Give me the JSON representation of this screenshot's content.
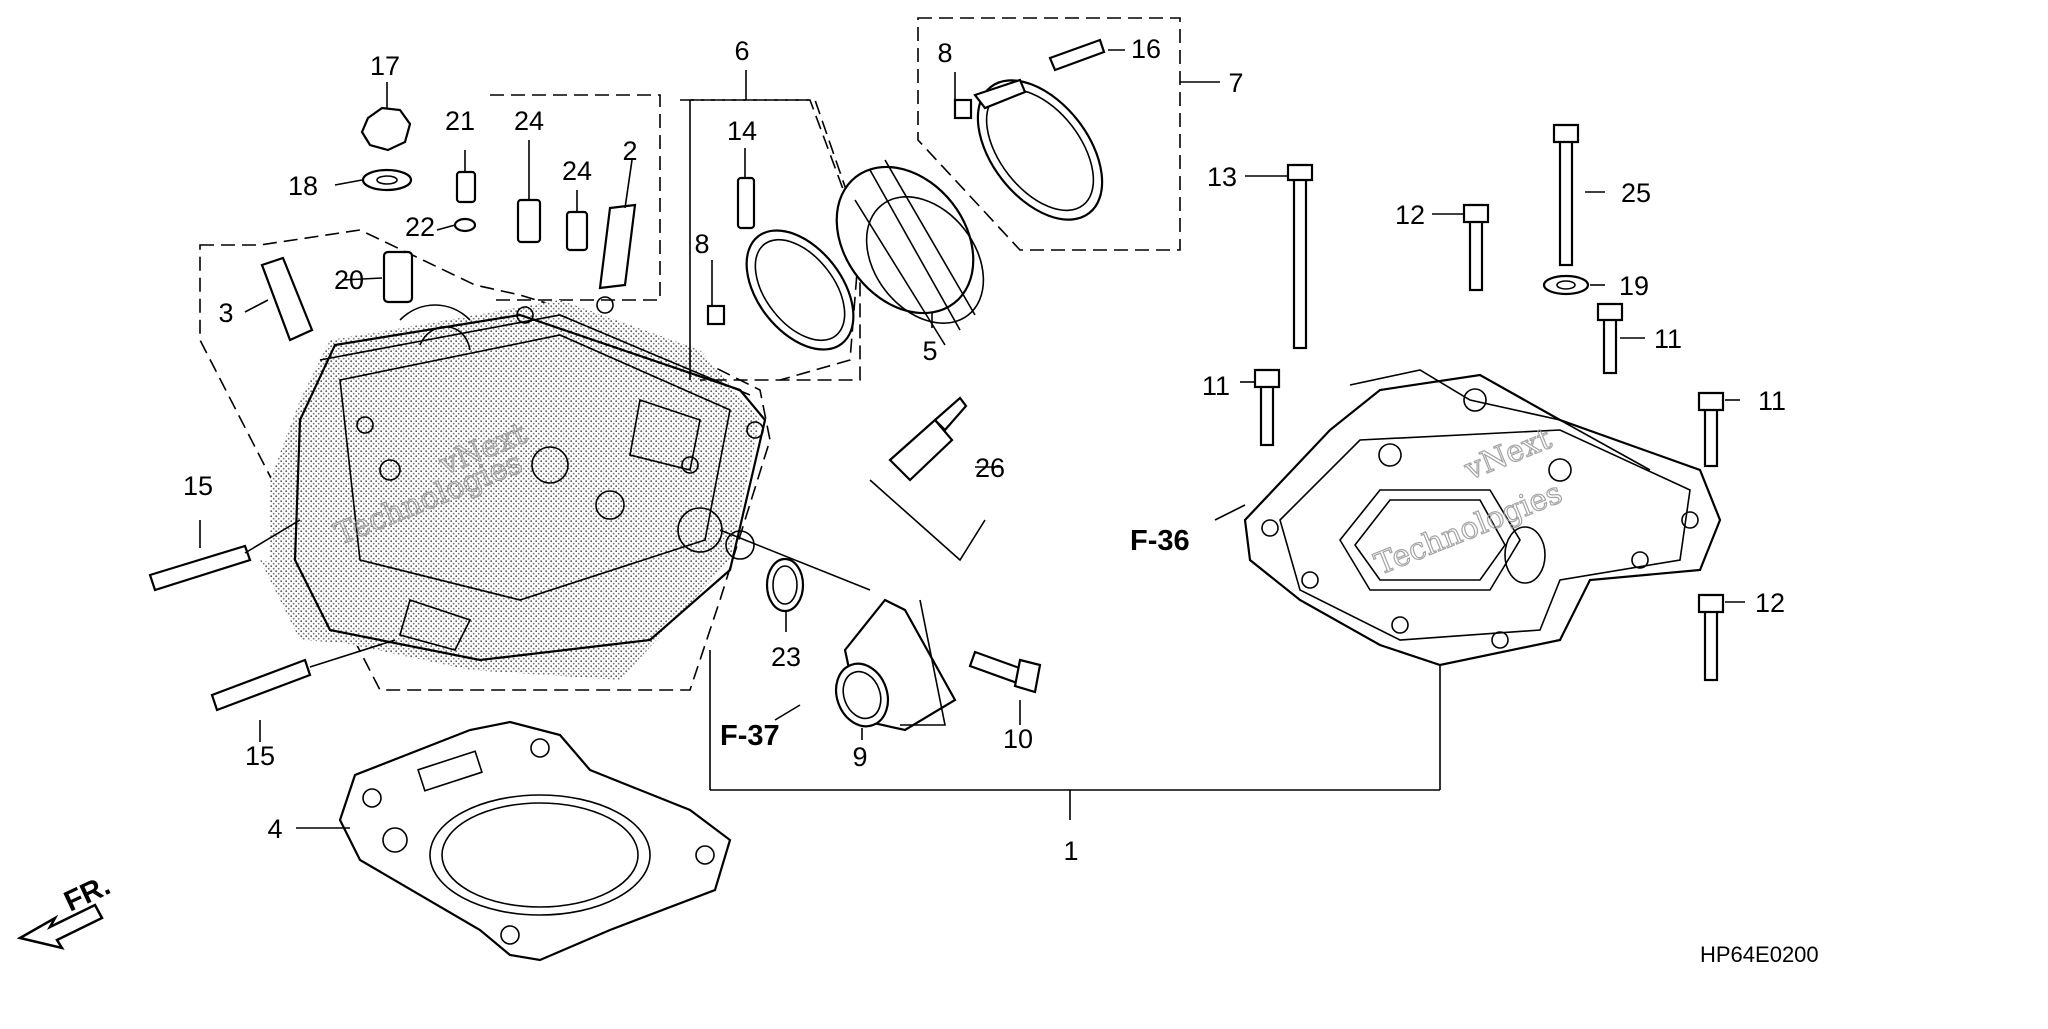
{
  "diagram": {
    "part_labels": [
      "1",
      "2",
      "3",
      "4",
      "5",
      "6",
      "7",
      "8",
      "8",
      "9",
      "10",
      "11",
      "11",
      "11",
      "12",
      "12",
      "13",
      "14",
      "15",
      "15",
      "16",
      "17",
      "18",
      "19",
      "20",
      "21",
      "22",
      "23",
      "24",
      "24",
      "25",
      "26"
    ],
    "reference_labels": {
      "f36": "F-36",
      "f37": "F-37"
    },
    "front_indicator": "FR.",
    "diagram_code": "HP64E0200",
    "watermark_lines": [
      "vNext",
      "Technologies"
    ]
  }
}
